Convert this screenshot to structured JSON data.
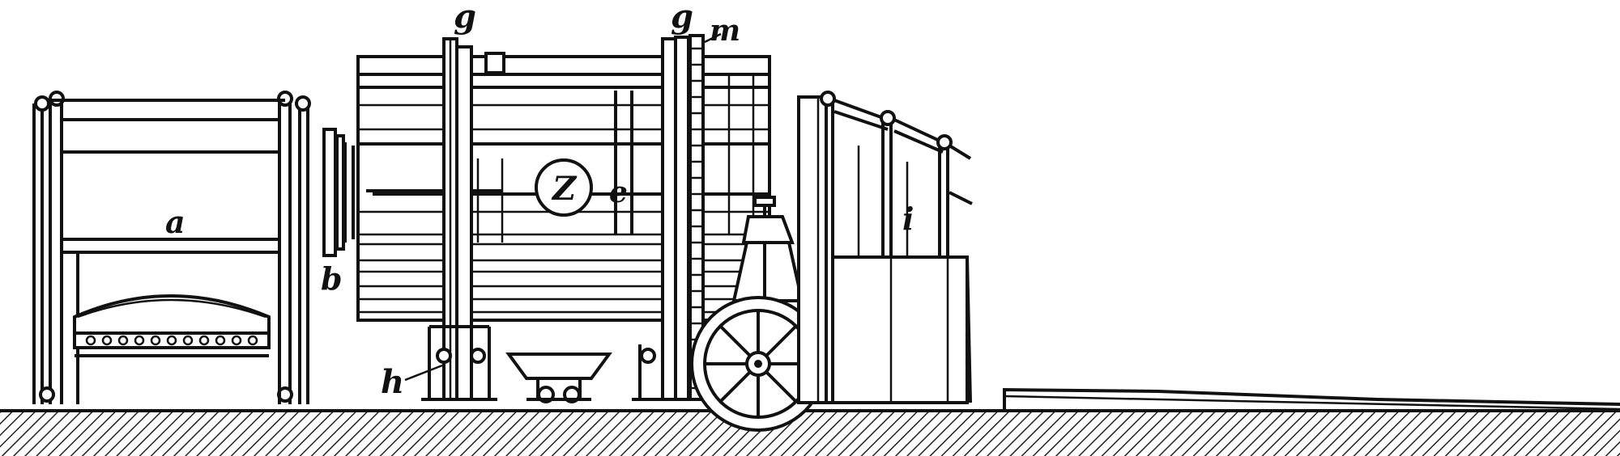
{
  "labels": {
    "a": "a",
    "b": "b",
    "g1": "g",
    "g2": "g",
    "m": "m",
    "z": "Z",
    "e": "e",
    "i": "i",
    "h": "h"
  }
}
